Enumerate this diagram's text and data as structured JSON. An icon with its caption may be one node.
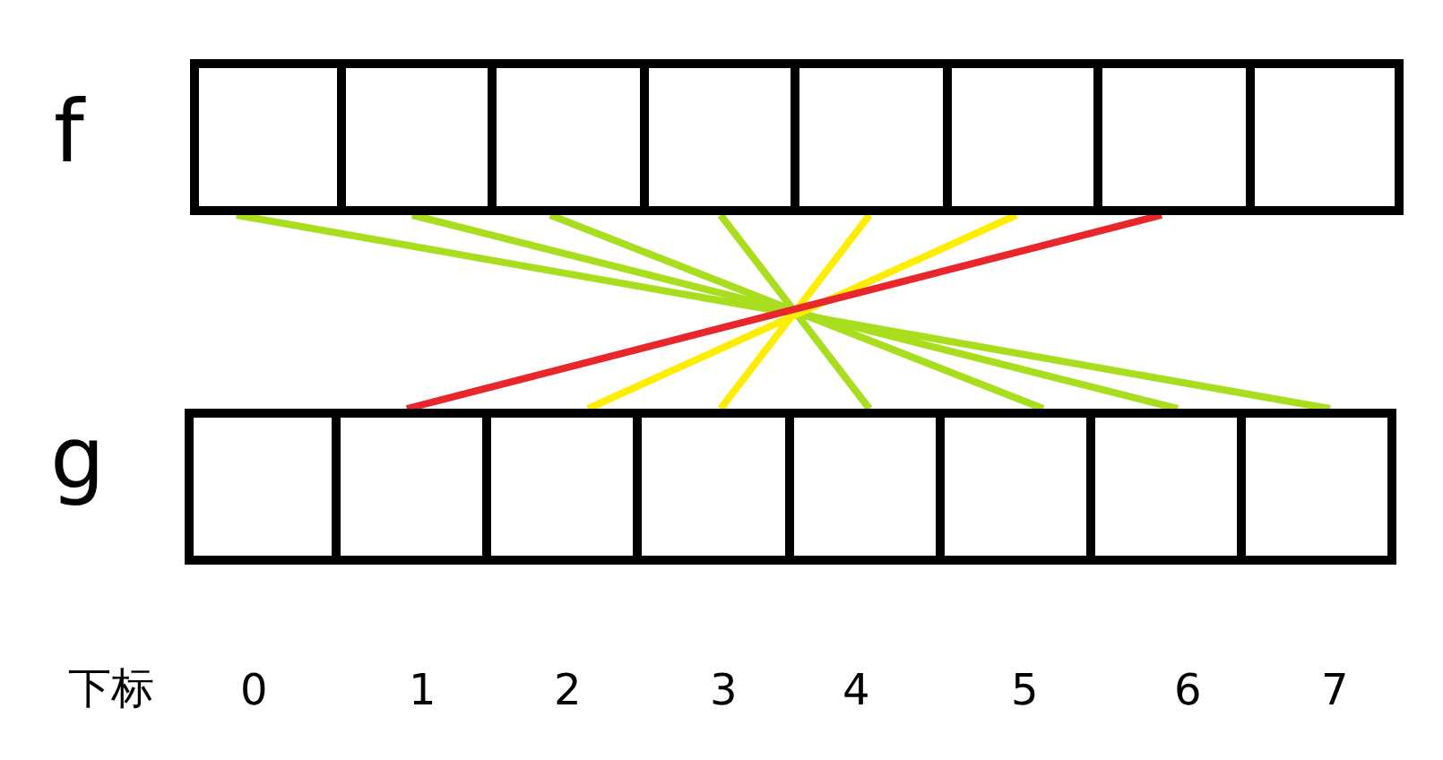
{
  "diagram": {
    "nodes": [
      {
        "text": [],
        "shape": "box"
      },
      {
        "text": [],
        "shape": "box"
      },
      {
        "text": [],
        "shape": "box"
      },
      {
        "text": [],
        "shape": "box"
      },
      {
        "text": [],
        "shape": "box"
      },
      {
        "text": [],
        "shape": "box"
      },
      {
        "text": [],
        "shape": "box"
      },
      {
        "text": [],
        "shape": "box"
      },
      {
        "text": [],
        "shape": "box"
      },
      {
        "text": [],
        "shape": "box"
      },
      {
        "text": [],
        "shape": "box"
      },
      {
        "text": [],
        "shape": "box"
      },
      {
        "text": [],
        "shape": "box"
      },
      {
        "text": [],
        "shape": "box"
      },
      {
        "text": [],
        "shape": "box"
      },
      {
        "text": [],
        "shape": "box"
      }
    ],
    "edges": [
      {
        "from": 0,
        "to": 15,
        "arrow": "none"
      },
      {
        "from": 1,
        "to": 14,
        "arrow": "none"
      },
      {
        "from": 2,
        "to": 13,
        "arrow": "none"
      },
      {
        "from": 3,
        "to": 12,
        "arrow": "none"
      },
      {
        "from": 4,
        "to": 11,
        "arrow": "none",
        "color": "#ffee00"
      },
      {
        "from": 5,
        "to": 10,
        "arrow": "none",
        "color": "#ffee00"
      },
      {
        "from": 6,
        "to": 9,
        "arrow": "none",
        "color": "#e8262b"
      }
    ],
    "labels": [
      "f",
      "g",
      "下标",
      "0",
      "1",
      "2",
      "3",
      "4",
      "5",
      "6",
      "7"
    ]
  }
}
